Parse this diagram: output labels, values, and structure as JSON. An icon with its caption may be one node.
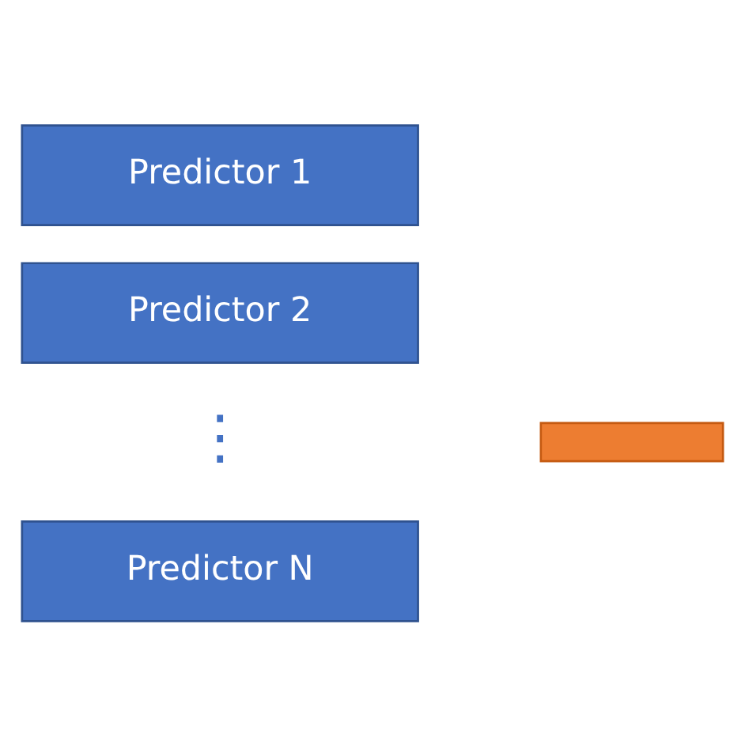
{
  "diagram": {
    "nodes": [
      {
        "text": [
          "Predictor 1"
        ]
      },
      {
        "text": [
          "Predictor 2"
        ]
      },
      {
        "text": [
          "Predictor N"
        ]
      },
      {
        "text": [],
        "shape": "bar"
      }
    ],
    "edges": [],
    "labels": [
      "⋮"
    ]
  }
}
